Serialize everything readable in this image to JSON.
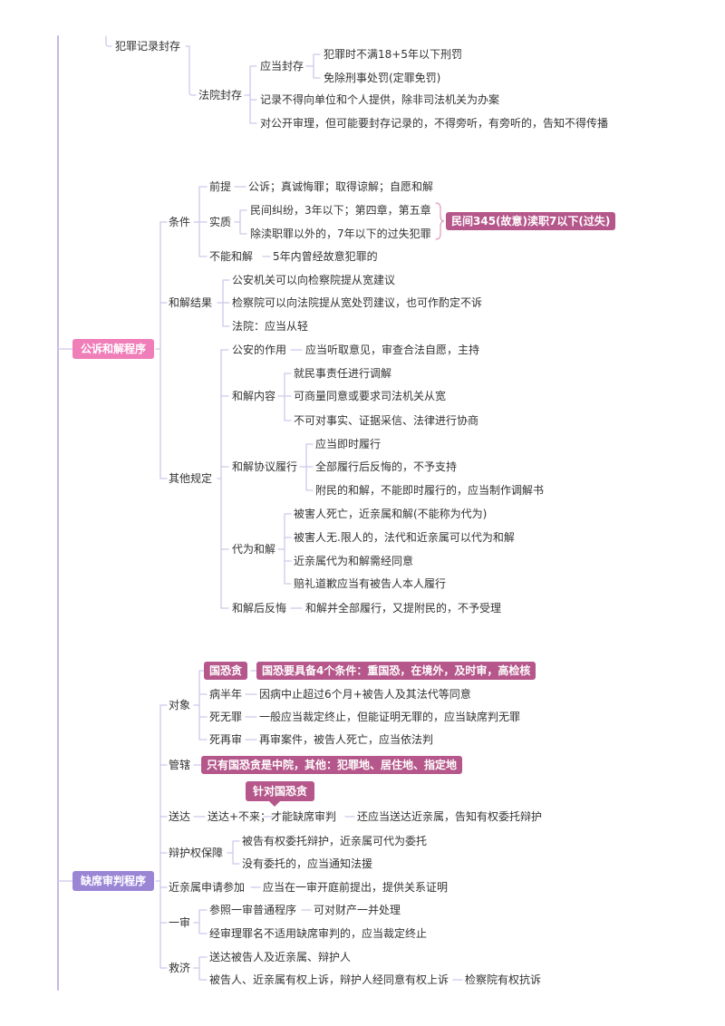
{
  "colors": {
    "spine": "#c9b6e8",
    "line": "#cfc6ea",
    "root1": "#f07fb9",
    "root2": "#9b86d6",
    "highlight": "#b5578a",
    "text": "#333333"
  },
  "top_section": {
    "record": "犯罪记录封存",
    "court_seal": "法院封存",
    "should_seal": "应当封存",
    "seal_item1": "犯罪时不满18+5年以下刑罚",
    "seal_item2": "免除刑事处罚(定罪免罚)",
    "no_provide": "记录不得向单位和个人提供，除非司法机关为办案",
    "public_trial": "对公开审理，但可能要封存记录的，不得旁听，有旁听的，告知不得传播"
  },
  "reconcile": {
    "root": "公诉和解程序",
    "conditions": {
      "label": "条件",
      "premise": "前提",
      "premise_val": "公诉；真诚悔罪；取得谅解；自愿和解",
      "substance": "实质",
      "sub1": "民间纠纷，3年以下；第四章，第五章",
      "sub2": "除渎职罪以外的，7年以下的过失犯罪",
      "sub_highlight": "民间345(故意)渎职7以下(过失)",
      "cannot": "不能和解",
      "cannot_val": "5年内曾经故意犯罪的"
    },
    "result": {
      "label": "和解结果",
      "r1": "公安机关可以向检察院提从宽建议",
      "r2": "检察院可以向法院提从宽处罚建议，也可作酌定不诉",
      "r3": "法院：应当从轻"
    },
    "other": {
      "label": "其他规定",
      "police": "公安的作用",
      "police_val": "应当听取意见，审查合法自愿，主持",
      "content": "和解内容",
      "c1": "就民事责任进行调解",
      "c2": "可商量同意或要求司法机关从宽",
      "c3": "不可对事实、证据采信、法律进行协商",
      "perform": "和解协议履行",
      "p1": "应当即时履行",
      "p2": "全部履行后反悔的，不予支持",
      "p3": "附民的和解，不能即时履行的，应当制作调解书",
      "proxy": "代为和解",
      "x1": "被害人死亡，近亲属和解(不能称为代为)",
      "x2": "被害人无.限人的，法代和近亲属可以代为和解",
      "x3": "近亲属代为和解需经同意",
      "x4": "赔礼道歉应当有被告人本人履行",
      "regret": "和解后反悔",
      "regret_val": "和解并全部履行，又提附民的，不予受理"
    }
  },
  "absentia": {
    "root": "缺席审判程序",
    "object": {
      "label": "对象",
      "guokongtan": "国恐贪",
      "gkt_note": "国恐要具备4个条件：重国恐，在境外，及时审，高检核",
      "sick": "病半年",
      "sick_val": "因病中止超过6个月+被告人及其法代等同意",
      "dead_innocent": "死无罪",
      "dead_innocent_val": "一般应当裁定终止，但能证明无罪的，应当缺席判无罪",
      "dead_retrial": "死再审",
      "dead_retrial_val": "再审案件，被告人死亡，应当依法判"
    },
    "jurisdiction": {
      "label": "管辖",
      "note": "只有国恐贪是中院，其他：犯罪地、居住地、指定地"
    },
    "service": {
      "callout": "针对国恐贪",
      "label": "送达",
      "cond": "送达+不来；才能缺席审判",
      "result": "还应当送达近亲属，告知有权委托辩护"
    },
    "defense": {
      "label": "辩护权保障",
      "d1": "被告有权委托辩护，近亲属可代为委托",
      "d2": "没有委托的，应当通知法援"
    },
    "relative": {
      "label": "近亲属申请参加",
      "val": "应当在一审开庭前提出，提供关系证明"
    },
    "first": {
      "label": "一审",
      "f1": "参照一审普通程序",
      "f1_val": "可对财产一并处理",
      "f2": "经审理罪名不适用缺席审判的，应当裁定终止"
    },
    "remedy": {
      "label": "救济",
      "r1": "送达被告人及近亲属、辩护人",
      "r2": "被告人、近亲属有权上诉，辩护人经同意有权上诉",
      "r2_val": "检察院有权抗诉"
    }
  }
}
